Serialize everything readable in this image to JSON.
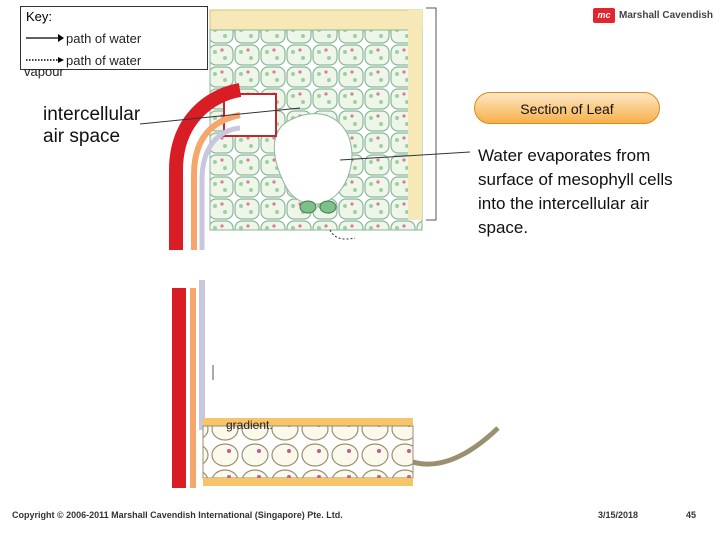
{
  "brand": {
    "logo_text": "mc",
    "name": "Marshall Cavendish"
  },
  "key": {
    "title": "Key:",
    "water_label": "path of water",
    "vapour_label_line1": "path of water",
    "vapour_label_line2": "vapour"
  },
  "labels": {
    "intercellular_line1": "intercellular",
    "intercellular_line2": "air space",
    "gradient": "gradient.",
    "section": "Section of Leaf",
    "evaporation": "Water evaporates from surface of mesophyll cells into the intercellular air space."
  },
  "footer": {
    "copyright": "Copyright © 2006-2011 Marshall Cavendish International (Singapore) Pte. Ltd.",
    "date": "3/15/2018",
    "page": "45"
  }
}
